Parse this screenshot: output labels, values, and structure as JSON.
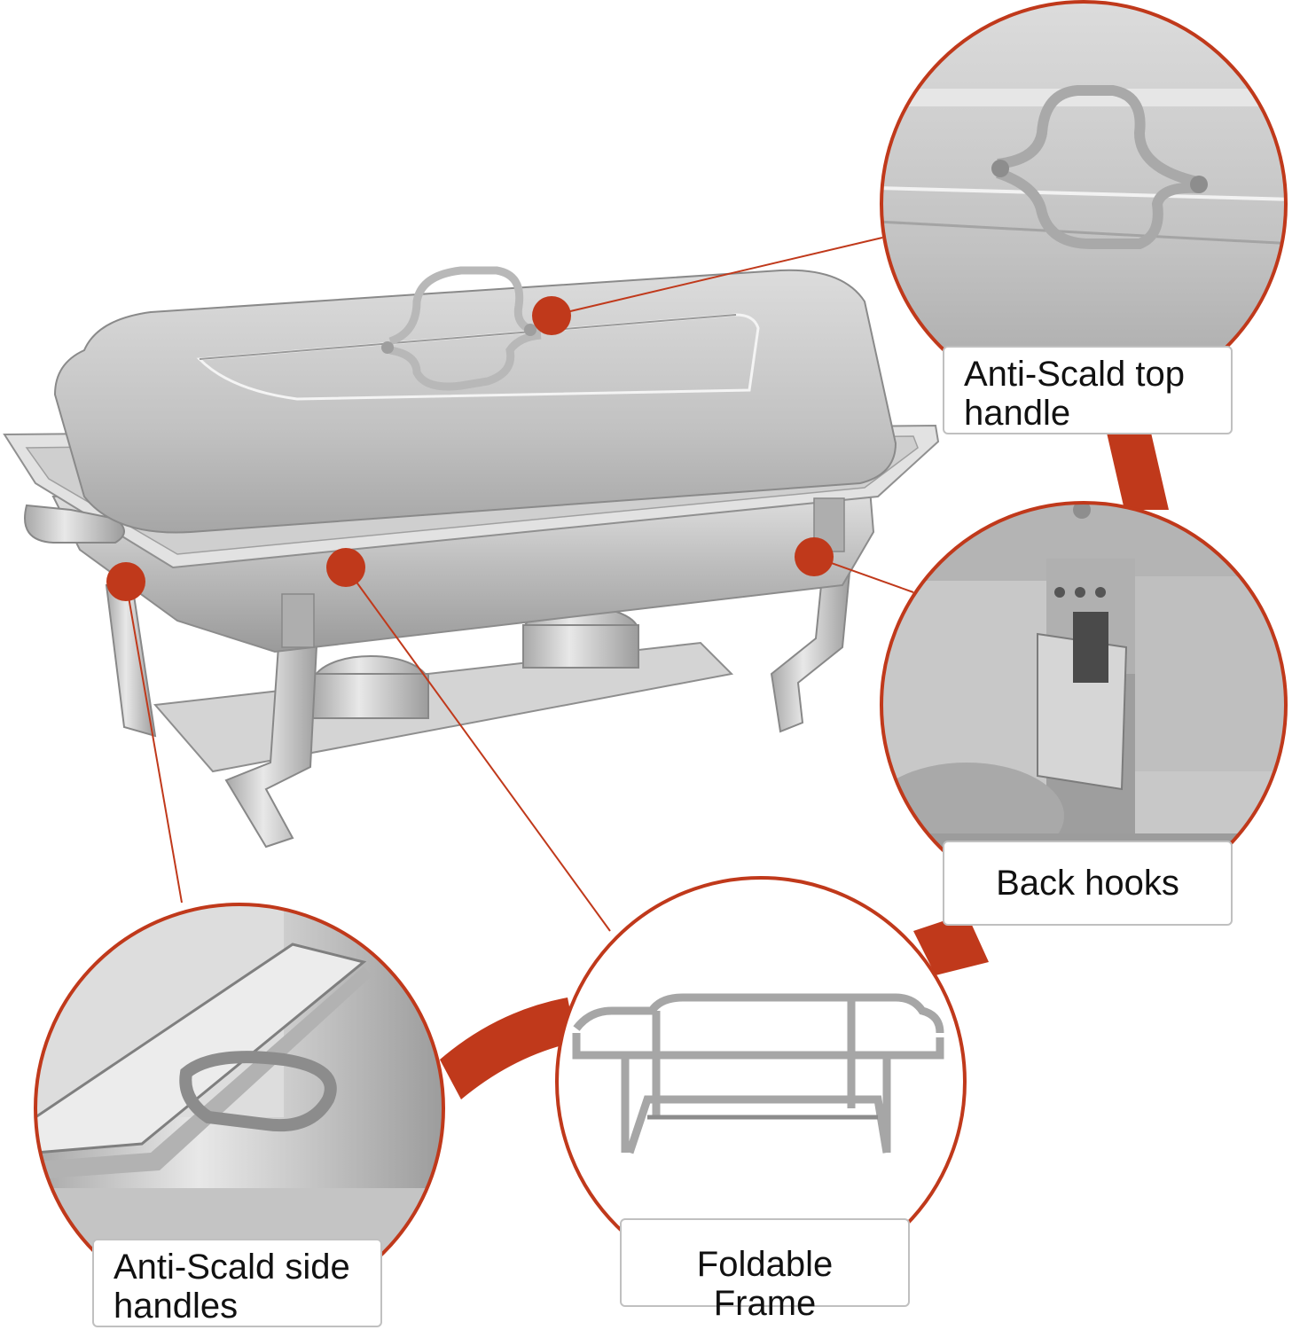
{
  "accent_color": "#c0391b",
  "metal_color": "#c4c4c4",
  "labels": {
    "top_handle_line1": "Anti-Scald top",
    "top_handle_line2": "handle",
    "back_hooks": "Back hooks",
    "side_handles_line1": "Anti-Scald side",
    "side_handles_line2": "handles",
    "foldable_frame": "Foldable Frame"
  },
  "callouts": [
    {
      "id": "top-handle",
      "feature": "Anti-Scald top handle"
    },
    {
      "id": "back-hooks",
      "feature": "Back hooks"
    },
    {
      "id": "side-handles",
      "feature": "Anti-Scald side handles"
    },
    {
      "id": "foldable-frame",
      "feature": "Foldable Frame"
    }
  ]
}
